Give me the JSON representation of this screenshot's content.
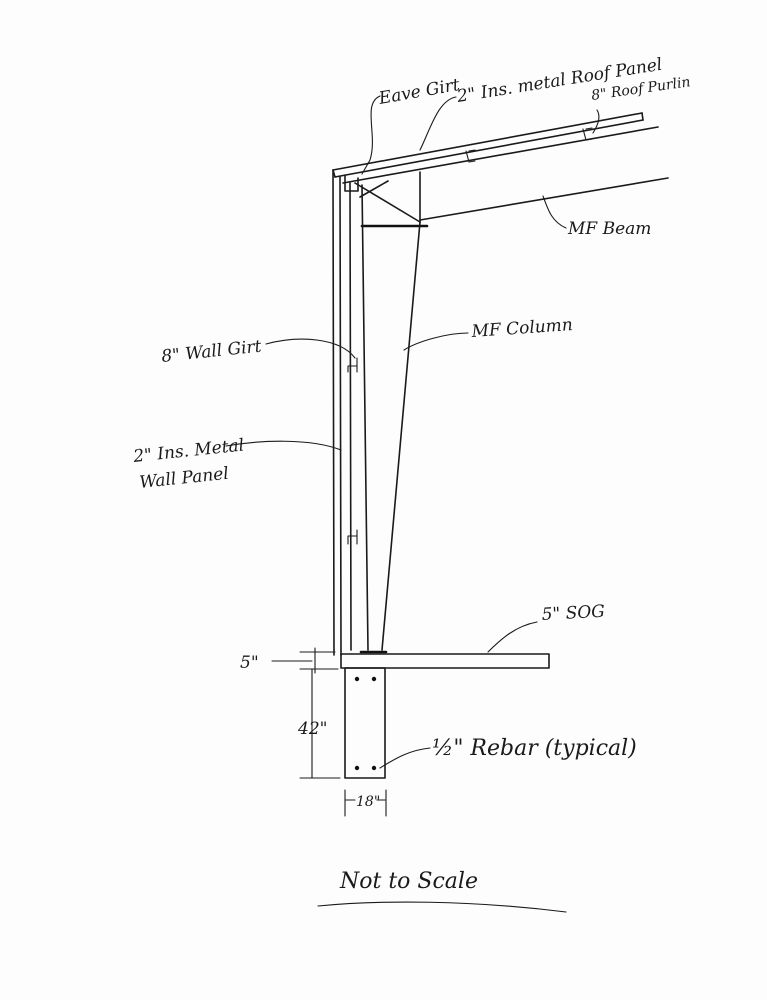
{
  "diagram": {
    "labels": {
      "eave_girt": "Eave Girt",
      "roof_panel": "2\" Ins. metal Roof Panel",
      "roof_purlin": "8\" Roof Purlin",
      "mf_beam": "MF Beam",
      "mf_column": "MF Column",
      "wall_girt": "8\" Wall Girt",
      "wall_panel_line1": "2\" Ins. Metal",
      "wall_panel_line2": "Wall Panel",
      "sog": "5\" SOG",
      "rebar": "½\" Rebar (typical)",
      "dim_slab": "5\"",
      "dim_footing_depth": "42\"",
      "dim_footing_width": "18\"",
      "note": "Not to Scale"
    }
  }
}
